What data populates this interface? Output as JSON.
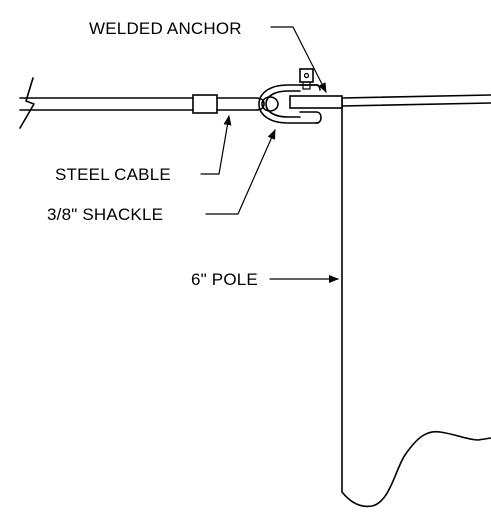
{
  "labels": {
    "welded_anchor": "WELDED ANCHOR",
    "steel_cable": "STEEL CABLE",
    "shackle": "3/8\" SHACKLE",
    "pole": "6\" POLE"
  }
}
